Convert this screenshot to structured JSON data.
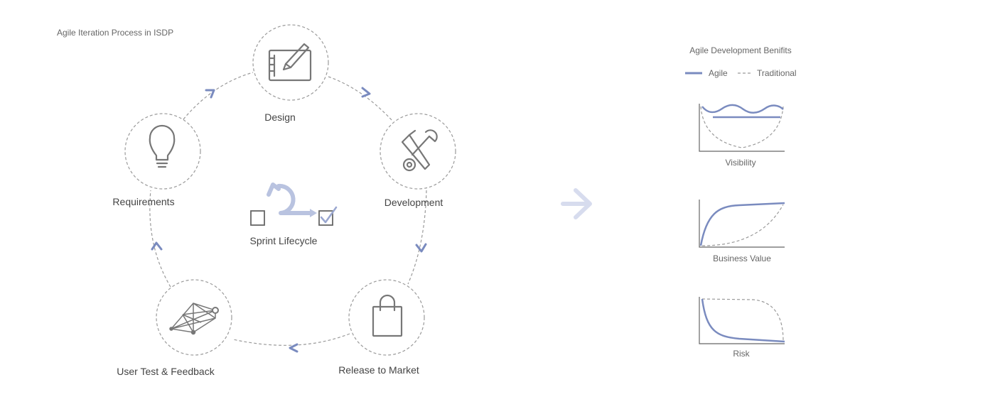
{
  "left_title": "Agile Iteration Process in ISDP",
  "center": {
    "label": "Sprint Lifecycle",
    "icon": "sprint-cycle-icon"
  },
  "stages": [
    {
      "name": "Design",
      "icon": "tablet-pen-icon"
    },
    {
      "name": "Development",
      "icon": "tools-icon"
    },
    {
      "name": "Release to Market",
      "icon": "shopping-bag-icon"
    },
    {
      "name": "User Test & Feedback",
      "icon": "network-icon"
    },
    {
      "name": "Requirements",
      "icon": "lightbulb-icon"
    }
  ],
  "right_title": "Agile Development Benifits",
  "legend": {
    "agile": "Agile",
    "traditional": "Traditional"
  },
  "mini_charts": [
    {
      "label": "Visibility"
    },
    {
      "label": "Business Value"
    },
    {
      "label": "Risk"
    }
  ],
  "colors": {
    "accent": "#7a8bbf",
    "accent_light": "#b9c3e0",
    "line": "#9a9a9a",
    "icon": "#777777"
  }
}
